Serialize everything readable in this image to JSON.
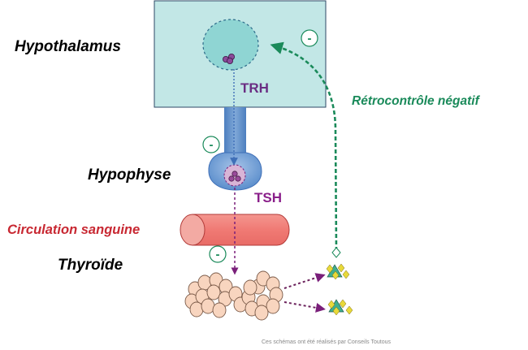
{
  "labels": {
    "hypothalamus": "Hypothalamus",
    "hypophyse": "Hypophyse",
    "circulation": "Circulation sanguine",
    "thyroide": "Thyroïde",
    "trh": "TRH",
    "tsh": "TSH",
    "retrocontrole": "Rétrocontrôle négatif",
    "credit": "Ces schémas ont été réalisés par Conseils Toutous"
  },
  "signs": {
    "minus": "-"
  },
  "colors": {
    "hypothalamus_box": "#c2e7e6",
    "nucleus": "#8fd5d3",
    "pituitary": "#6b9fd3",
    "hormone_label": "#6a2d83",
    "hormone_arrow": "#7a1f7a",
    "feedback_green": "#1a8a5a",
    "circulation_red": "#c82832",
    "blood_vessel": "#f07a74",
    "blood_vessel_end": "#f3aaa3",
    "thyroid_cells": "#f8d5bf",
    "hormone_triangle": "#3fae8f",
    "hormone_diamond": "#e8d93a"
  }
}
